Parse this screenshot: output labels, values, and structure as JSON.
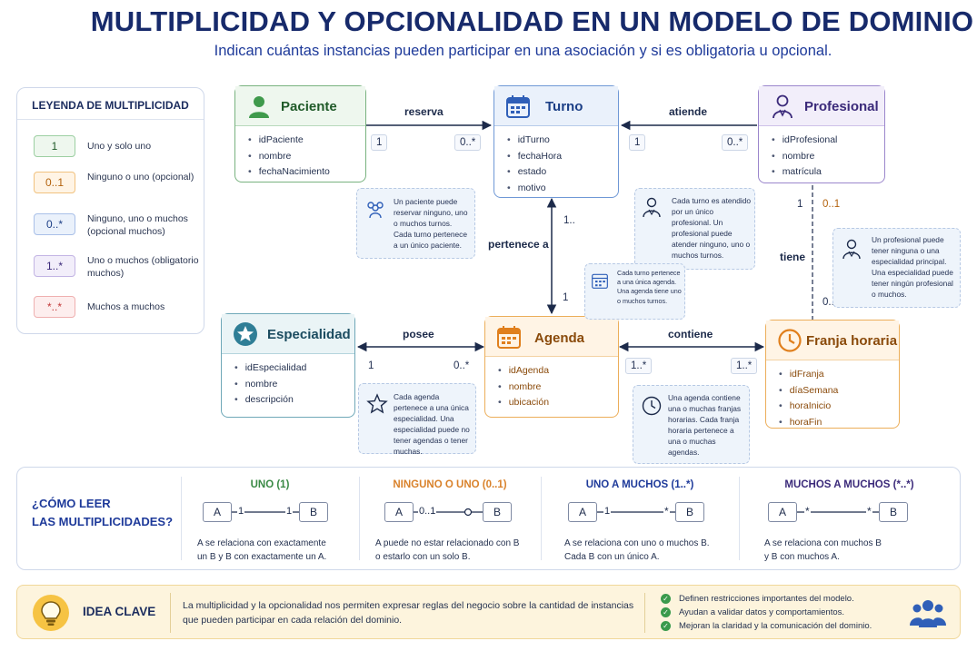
{
  "title": "MULTIPLICIDAD Y OPCIONALIDAD EN UN MODELO DE DOMINIO",
  "subtitle": "Indican cuántas instancias pueden participar en una asociación y si es obligatoria u opcional.",
  "legend": {
    "title": "LEYENDA DE MULTIPLICIDAD",
    "items": [
      {
        "badge": "1",
        "text": "Uno y solo uno",
        "color": "#3a8a45"
      },
      {
        "badge": "0..1",
        "text": "Ninguno o uno (opcional)",
        "color": "#d9822b"
      },
      {
        "badge": "0..*",
        "text": "Ninguno, uno o muchos (opcional muchos)",
        "color": "#2f5fb8"
      },
      {
        "badge": "1..*",
        "text": "Uno o muchos (obligatorio muchos)",
        "color": "#6a4fb3"
      },
      {
        "badge": "*..*",
        "text": "Muchos a muchos",
        "color": "#d64545"
      }
    ]
  },
  "entities": {
    "paciente": {
      "name": "Paciente",
      "icon": "person-icon",
      "attrs": [
        "idPaciente",
        "nombre",
        "fechaNacimiento"
      ]
    },
    "turno": {
      "name": "Turno",
      "icon": "calendar-icon",
      "attrs": [
        "idTurno",
        "fechaHora",
        "estado",
        "motivo"
      ]
    },
    "profesional": {
      "name": "Profesional",
      "icon": "doctor-icon",
      "attrs": [
        "idProfesional",
        "nombre",
        "matrícula"
      ]
    },
    "especialidad": {
      "name": "Especialidad",
      "icon": "star-icon",
      "attrs": [
        "idEspecialidad",
        "nombre",
        "descripción"
      ]
    },
    "agenda": {
      "name": "Agenda",
      "icon": "agenda-icon",
      "attrs": [
        "idAgenda",
        "nombre",
        "ubicación"
      ]
    },
    "franja": {
      "name": "Franja horaria",
      "icon": "clock-icon",
      "attrs": [
        "idFranja",
        "díaSemana",
        "horaInicio",
        "horaFin"
      ]
    }
  },
  "relations": {
    "reserva": {
      "label": "reserva",
      "left": "1",
      "right": "0..*"
    },
    "atiende": {
      "label": "atiende",
      "left": "1",
      "right": "0..*"
    },
    "pertenece": {
      "label": "pertenece a",
      "top": "1..",
      "bottom": "1"
    },
    "tiene": {
      "label": "tiene",
      "top_left": "1",
      "top_right": "0..1",
      "bottom": "0..*"
    },
    "posee": {
      "label": "posee",
      "left": "1",
      "right": "0..*"
    },
    "contiene": {
      "label": "contiene",
      "left": "1..*",
      "right": "1..*"
    }
  },
  "notes": {
    "paciente": "Un paciente puede reservar ninguno, uno o muchos turnos. Cada turno pertenece a un único paciente.",
    "profesional_turno": "Cada turno es atendido por un único profesional. Un profesional puede atender ninguno, uno o muchos turnos.",
    "agenda_turno": "Cada turno pertenece a una única agenda. Una agenda tiene uno o muchos turnos.",
    "franja": "Un profesional puede tener ninguna o una especialidad principal. Una especialidad puede tener ningún profesional o muchos.",
    "especialidad": "Cada agenda pertenece a una única especialidad. Una especialidad puede no tener agendas o tener muchas.",
    "contiene": "Una agenda contiene una o muchas franjas horarias. Cada franja horaria pertenece a una o muchas agendas."
  },
  "reading": {
    "question_line1": "¿CÓMO LEER",
    "question_line2": "LAS MULTIPLICIDADES?",
    "columns": [
      {
        "title": "UNO (1)",
        "color": "#3a8a45",
        "a": "A",
        "b": "B",
        "left_mult": "1",
        "right_mult": "1",
        "text_line1": "A se relaciona con exactamente",
        "text_line2": "un B y B con exactamente un A."
      },
      {
        "title": "NINGUNO O UNO (0..1)",
        "color": "#d9822b",
        "a": "A",
        "b": "B",
        "left_mult": "0..1",
        "right_mult": "",
        "text_line1": "A puede no estar relacionado con B",
        "text_line2": "o estarlo con un solo B."
      },
      {
        "title": "UNO A MUCHOS (1..*)",
        "color": "#1e3a9a",
        "a": "A",
        "b": "B",
        "left_mult": "1",
        "right_mult": "*",
        "text_line1": "A se relaciona con uno o muchos B.",
        "text_line2": "Cada B con un único A."
      },
      {
        "title": "MUCHOS A MUCHOS (*..*)",
        "color": "#3b2a7a",
        "a": "A",
        "b": "B",
        "left_mult": "*",
        "right_mult": "*",
        "text_line1": "A se relaciona con muchos B",
        "text_line2": "y B con muchos A."
      }
    ]
  },
  "idea": {
    "label": "IDEA CLAVE",
    "text": "La multiplicidad y la opcionalidad nos permiten expresar reglas del negocio sobre la cantidad de instancias que pueden participar en cada relación del dominio.",
    "checks": [
      "Definen restricciones importantes del modelo.",
      "Ayudan a validar datos y comportamientos.",
      "Mejoran la claridad y la comunicación del dominio."
    ]
  },
  "colors": {
    "title": "#172a6b",
    "subtitle": "#1e3a9a",
    "accent_green": "#3a8a45",
    "accent_orange": "#d9822b",
    "accent_blue": "#2f5fb8",
    "accent_purple": "#6a4fb3",
    "accent_red": "#d64545"
  }
}
